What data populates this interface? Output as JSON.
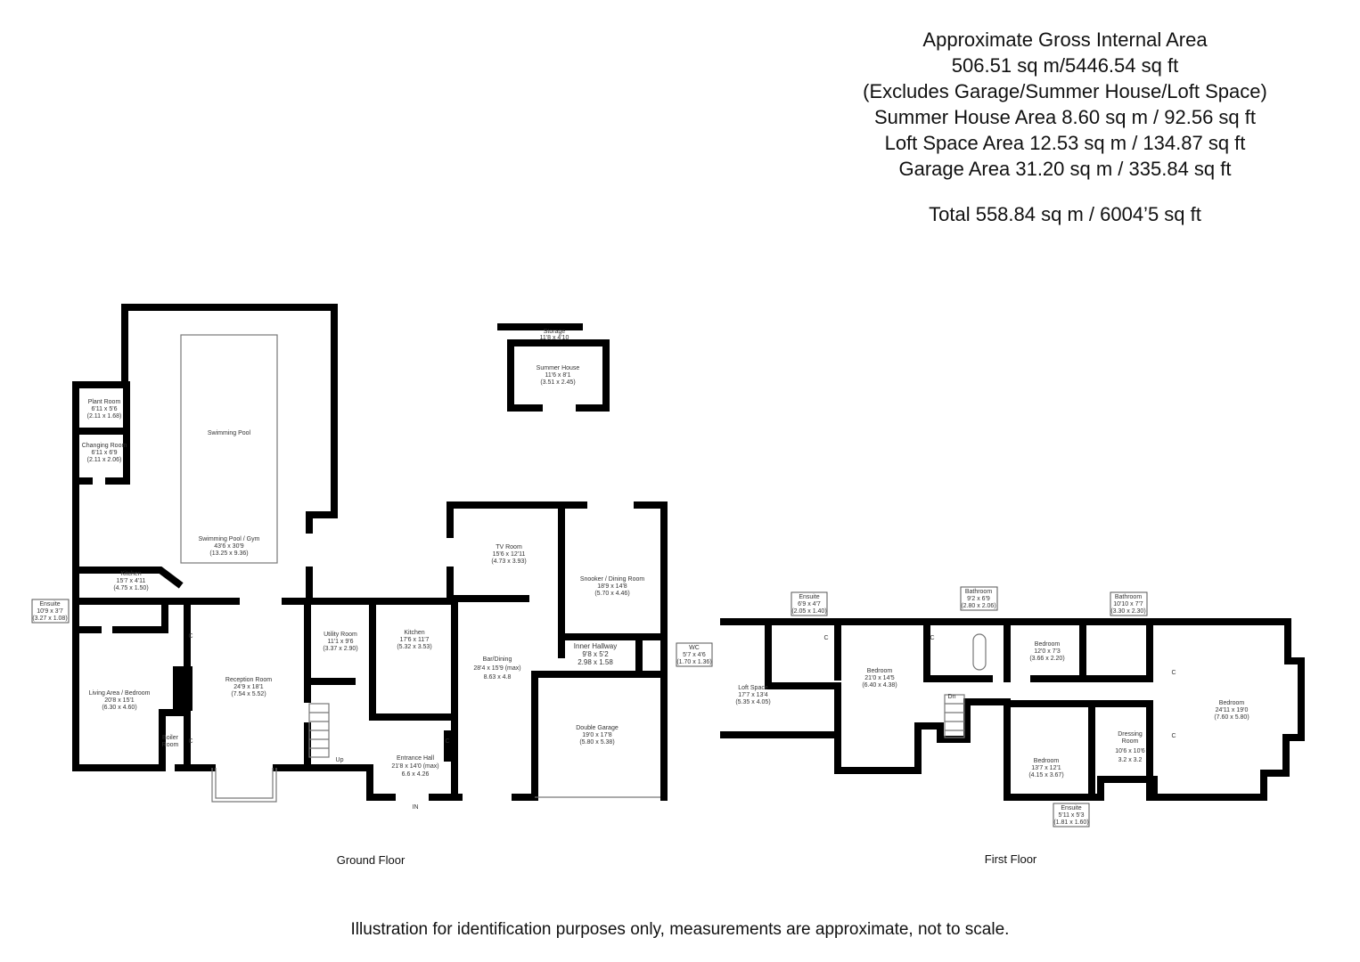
{
  "areas": {
    "line1": "Approximate Gross Internal Area",
    "line2": "506.51 sq m/5446.54 sq ft",
    "line3": "(Excludes Garage/Summer House/Loft Space)",
    "line4": "Summer House Area 8.60 sq m / 92.56 sq ft",
    "line5": "Loft Space Area 12.53 sq m / 134.87 sq ft",
    "line6": "Garage Area 31.20 sq m / 335.84 sq ft",
    "total": "Total   558.84 sq m / 6004’5 sq ft"
  },
  "floors": {
    "ground": "Ground Floor",
    "first": "First Floor"
  },
  "ground_rooms": {
    "storage": [
      "Storage",
      "11'8 x 4'10"
    ],
    "summer_house": [
      "Summer House",
      "11'6 x 8'1",
      "(3.51 x 2.45)"
    ],
    "plant_room": [
      "Plant Room",
      "6'11 x 5'6",
      "(2.11 x 1.68)"
    ],
    "changing_room": [
      "Changing Room",
      "6'11 x 6'9",
      "(2.11 x 2.06)"
    ],
    "swimming_pool": [
      "Swimming Pool"
    ],
    "pool_gym": [
      "Swimming Pool / Gym",
      "43'6 x 30'9",
      "(13.25 x 9.36)"
    ],
    "kitchen_small": [
      "Kitchen",
      "15'7 x 4'11",
      "(4.75 x 1.50)"
    ],
    "ensuite": [
      "Ensuite",
      "10'9 x 3'7",
      "(3.27 x 1.08)"
    ],
    "living": [
      "Living Area / Bedroom",
      "20'8 x 15'1",
      "(6.30 x 4.60)"
    ],
    "boiler": [
      "Boiler",
      "Room"
    ],
    "reception": [
      "Reception Room",
      "24'9 x 18'1",
      "(7.54 x 5.52)"
    ],
    "utility": [
      "Utility Room",
      "11'1 x 9'6",
      "(3.37 x 2.90)"
    ],
    "kitchen": [
      "Kitchen",
      "17'6 x 11'7",
      "(5.32 x 3.53)"
    ],
    "entrance": [
      "Entrance Hall",
      "21'8 x 14'0 (max)",
      "6.6 x 4.26"
    ],
    "tv": [
      "TV Room",
      "15'6 x 12'11",
      "(4.73 x 3.93)"
    ],
    "snooker": [
      "Snooker / Dining Room",
      "18'9 x 14'8",
      "(5.70 x 4.46)"
    ],
    "bar": [
      "Bar/Dining",
      "28'4 x 15'9 (max)",
      "8.63 x 4.8"
    ],
    "inner_hall": [
      "Inner Hallway",
      "9'8 x 5'2",
      "2.98 x 1.58"
    ],
    "wc": [
      "WC",
      "5'7 x 4'6",
      "(1.70 x 1.36)"
    ],
    "garage": [
      "Double Garage",
      "19'0 x 17'8",
      "(5.80 x 5.38)"
    ],
    "marks": {
      "up": "Up",
      "in": "IN",
      "cupboard": "C"
    }
  },
  "first_rooms": {
    "loft": [
      "Loft Space",
      "17'7 x 13'4",
      "(5.35 x 4.05)"
    ],
    "ensuite1": [
      "Ensuite",
      "6'9 x 4'7",
      "(2.05 x 1.40)"
    ],
    "bedroom1": [
      "Bedroom",
      "21'0 x 14'5",
      "(6.40 x 4.38)"
    ],
    "bathroom1": [
      "Bathroom",
      "9'2 x 6'9",
      "(2.80 x 2.06)"
    ],
    "bedroom2": [
      "Bedroom",
      "12'0 x 7'3",
      "(3.66 x 2.20)"
    ],
    "bathroom2": [
      "Bathroom",
      "10'10 x 7'7",
      "(3.30 x 2.30)"
    ],
    "bedroom3": [
      "Bedroom",
      "13'7 x 12'1",
      "(4.15 x 3.67)"
    ],
    "ensuite2": [
      "Ensuite",
      "5'11 x 5'3",
      "(1.81 x 1.60)"
    ],
    "dressing": [
      "Dressing",
      "Room",
      "10'6 x 10'6",
      "3.2 x 3.2"
    ],
    "bedroom4": [
      "Bedroom",
      "24'11 x 19'0",
      "(7.60 x 5.80)"
    ],
    "marks": {
      "dn": "Dn",
      "cupboard": "C"
    }
  },
  "disclaimer": "Illustration for identification purposes only, measurements are approximate, not to scale."
}
